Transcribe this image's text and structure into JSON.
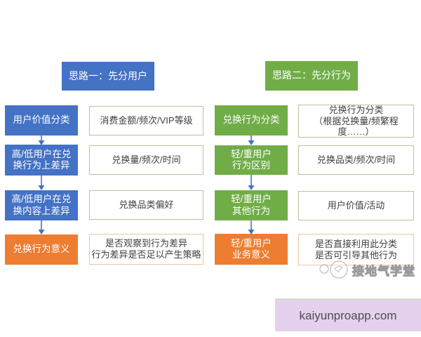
{
  "colors": {
    "blue": "#4472C4",
    "green": "#70AD47",
    "orange": "#ED7D31",
    "white_box_border_green": "#b9c39b",
    "white_box_border_orange": "#f0c49a",
    "arrow": "#4472C4",
    "footer_bg": "#e5d0ee",
    "watermark_gray": "#828282"
  },
  "flow1": {
    "header": "思路一：先分用户",
    "steps": [
      {
        "label": "用户价值分类",
        "detail": "消费金额/频次/VIP等级"
      },
      {
        "label": "高/低用户在兑\n换行为上差异",
        "detail": "兑换量/频次/时间"
      },
      {
        "label": "高/低用户在兑\n换内容上差异",
        "detail": "兑换品类偏好"
      },
      {
        "label": "兑换行为意义",
        "detail": "是否观察到行为差异\n行为差异是否足以产生策略"
      }
    ]
  },
  "flow2": {
    "header": "思路二：先分行为",
    "steps": [
      {
        "label": "兑换行为分类",
        "detail": "兑换行为分类\n（根据兑换量/频繁程\n度……）"
      },
      {
        "label": "轻/重用户\n行为区别",
        "detail": "兑换品类/频次/时间"
      },
      {
        "label": "轻/重用户\n其他行为",
        "detail": "用户价值/活动"
      },
      {
        "label": "轻/重用户\n业务意义",
        "detail": "是否直接利用此分类\n是否可引导其他行为"
      }
    ]
  },
  "watermark": {
    "logo_icon": "bird-circle-logo",
    "text": "接地气学堂"
  },
  "footer": {
    "text": "kaiyunproapp.com"
  }
}
